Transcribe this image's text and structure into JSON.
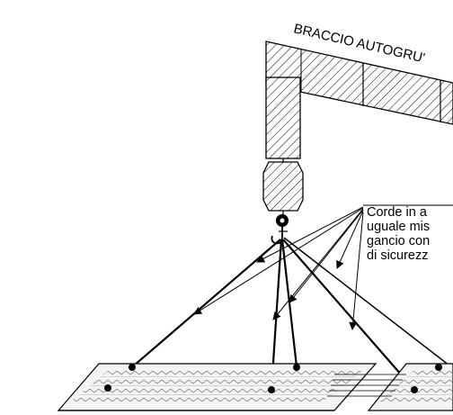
{
  "crane_label": "BRACCIO AUTOGRU'",
  "note_lines": [
    "Corde in a",
    "uguale mis",
    "gancio con",
    "di sicurezz"
  ],
  "colors": {
    "ink": "#000000",
    "background": "#ffffff",
    "panel_fill": "#f4f4f4"
  }
}
